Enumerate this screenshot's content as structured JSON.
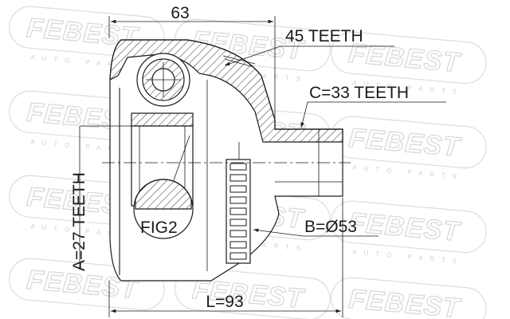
{
  "brand": {
    "watermark_name": "FEBEST",
    "watermark_tagline": "AUTO PARTS"
  },
  "labels": {
    "overall_width": "63",
    "outer_teeth": "45 TEETH",
    "spline_c": "C=33 TEETH",
    "spline_a": "A=27 TEETH",
    "detail": "FIG2",
    "diameter_b": "B=Ø53",
    "length_l": "L=93"
  }
}
